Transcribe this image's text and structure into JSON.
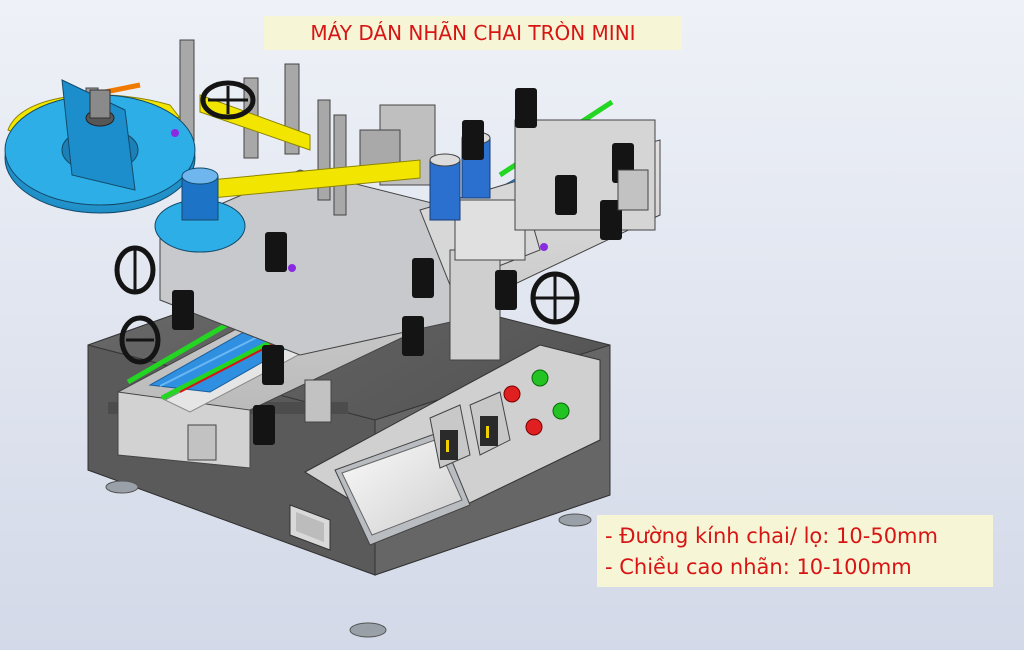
{
  "title": "MÁY DÁN NHÃN CHAI TRÒN MINI",
  "specs": [
    "- Đường kính chai/ lọ: 10-50mm",
    "- Chiều cao nhãn: 10-100mm"
  ],
  "colors": {
    "background_top": "#eef1f7",
    "background_bottom": "#d3d9e8",
    "label_box_bg": "#f6f5d6",
    "label_text": "#d81515",
    "cabinet": "#5f5f5f",
    "frame_metal": "#c9c9c9",
    "conveyor_blue": "#2f8fe0",
    "guide_rail_green": "#22d622",
    "label_roll_blue": "#27a6dd",
    "label_tape_yellow": "#f2e600",
    "button_red": "#e02020",
    "button_green": "#22c322"
  }
}
